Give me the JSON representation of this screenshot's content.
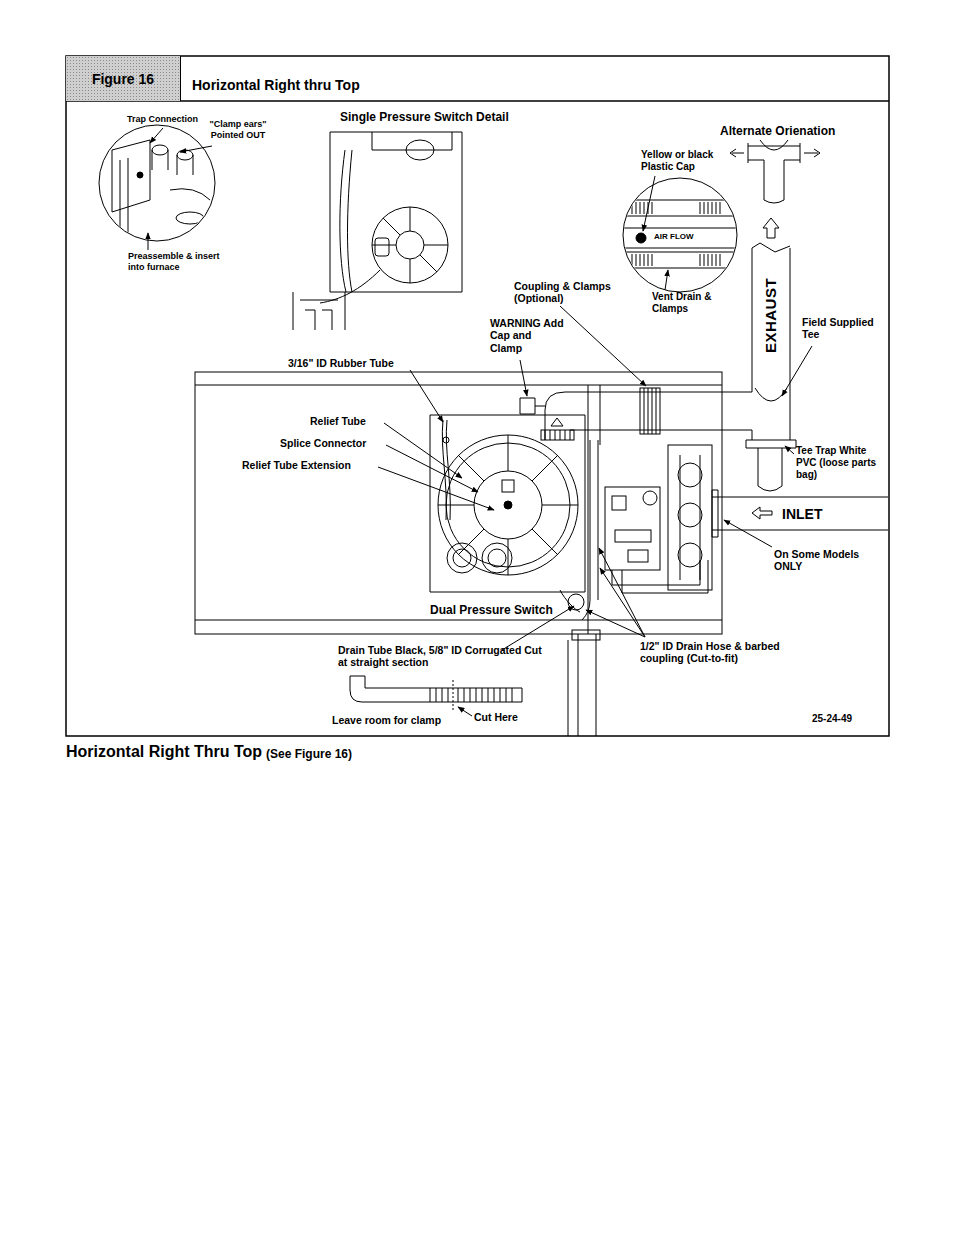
{
  "diagram": {
    "title": "Horizontal Right Thru Top",
    "nodes": [
      {
        "text": [
          "Figure 16"
        ]
      },
      {
        "text": [
          "EXHAUST"
        ]
      },
      {
        "text": [
          "INLET"
        ]
      }
    ],
    "labels": [
      "Horizontal Right thru Top",
      "Trap Connection",
      "\"Clamp ears\" Pointed OUT",
      "Preassemble & insert into furnace",
      "Single Pressure Switch Detail",
      "Alternate Orienation",
      "Yellow or black Plastic Cap",
      "AIR FLOW",
      "Vent Drain & Clamps",
      "Coupling & Clamps (Optional)",
      "WARNING Add Cap and Clamp",
      "3/16\" ID Rubber Tube",
      "Field Supplied Tee",
      "Relief Tube",
      "Splice Connector",
      "Relief Tube Extension",
      "Tee Trap White PVC (loose parts bag)",
      "On Some Models ONLY",
      "Dual Pressure Switch",
      "Drain Tube Black, 5/8\" ID Corrugated Cut at straight section",
      "1/2\" ID Drain Hose & barbed coupling (Cut-to-fit)",
      "Leave room for clamp",
      "Cut Here",
      "25-24-49",
      "(See Figure 16)"
    ]
  }
}
